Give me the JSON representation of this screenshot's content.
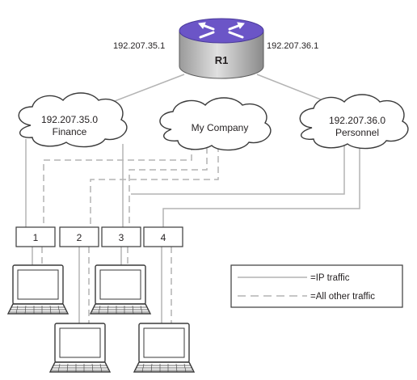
{
  "router": {
    "name": "R1",
    "left_ip": "192.207.35.1",
    "right_ip": "192.207.36.1",
    "color": "#6b55c7"
  },
  "clouds": {
    "finance": {
      "line1": "192.207.35.0",
      "line2": "Finance"
    },
    "company": {
      "line1": "My Company"
    },
    "personnel": {
      "line1": "192.207.36.0",
      "line2": "Personnel"
    }
  },
  "ports": [
    "1",
    "2",
    "3",
    "4"
  ],
  "legend": {
    "ip": "=IP traffic",
    "other": "=All other traffic"
  },
  "colors": {
    "line": "#b4b4b4",
    "outline": "#3a3a3a"
  }
}
